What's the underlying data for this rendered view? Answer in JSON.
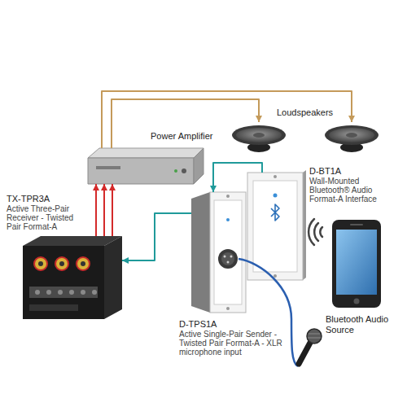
{
  "diagram": {
    "nodes": [
      {
        "text": [
          "Power Amplifier"
        ]
      },
      {
        "text": [
          "Loudspeakers"
        ]
      },
      {
        "text": [
          "TX-TPR3A",
          "Active Three-Pair Receiver - Twisted Pair Format-A"
        ]
      },
      {
        "text": [
          "D-BT1A",
          "Wall-Mounted Bluetooth® Audio Format-A Interface"
        ]
      },
      {
        "text": [
          "D-TPS1A",
          "Active Single-Pair Sender - Twisted Pair Format-A - XLR microphone input"
        ]
      },
      {
        "text": [
          "Bluetooth Audio Source"
        ]
      }
    ],
    "edges": [
      {
        "from": 2,
        "to": 0,
        "arrow": "to"
      },
      {
        "from": 2,
        "to": 0,
        "arrow": "to"
      },
      {
        "from": 2,
        "to": 0,
        "arrow": "to"
      },
      {
        "from": 0,
        "to": 1,
        "arrow": "to"
      },
      {
        "from": 0,
        "to": 1,
        "arrow": "to"
      },
      {
        "from": 3,
        "to": 4,
        "arrow": "to"
      },
      {
        "from": 4,
        "to": 2,
        "arrow": "to"
      }
    ]
  }
}
